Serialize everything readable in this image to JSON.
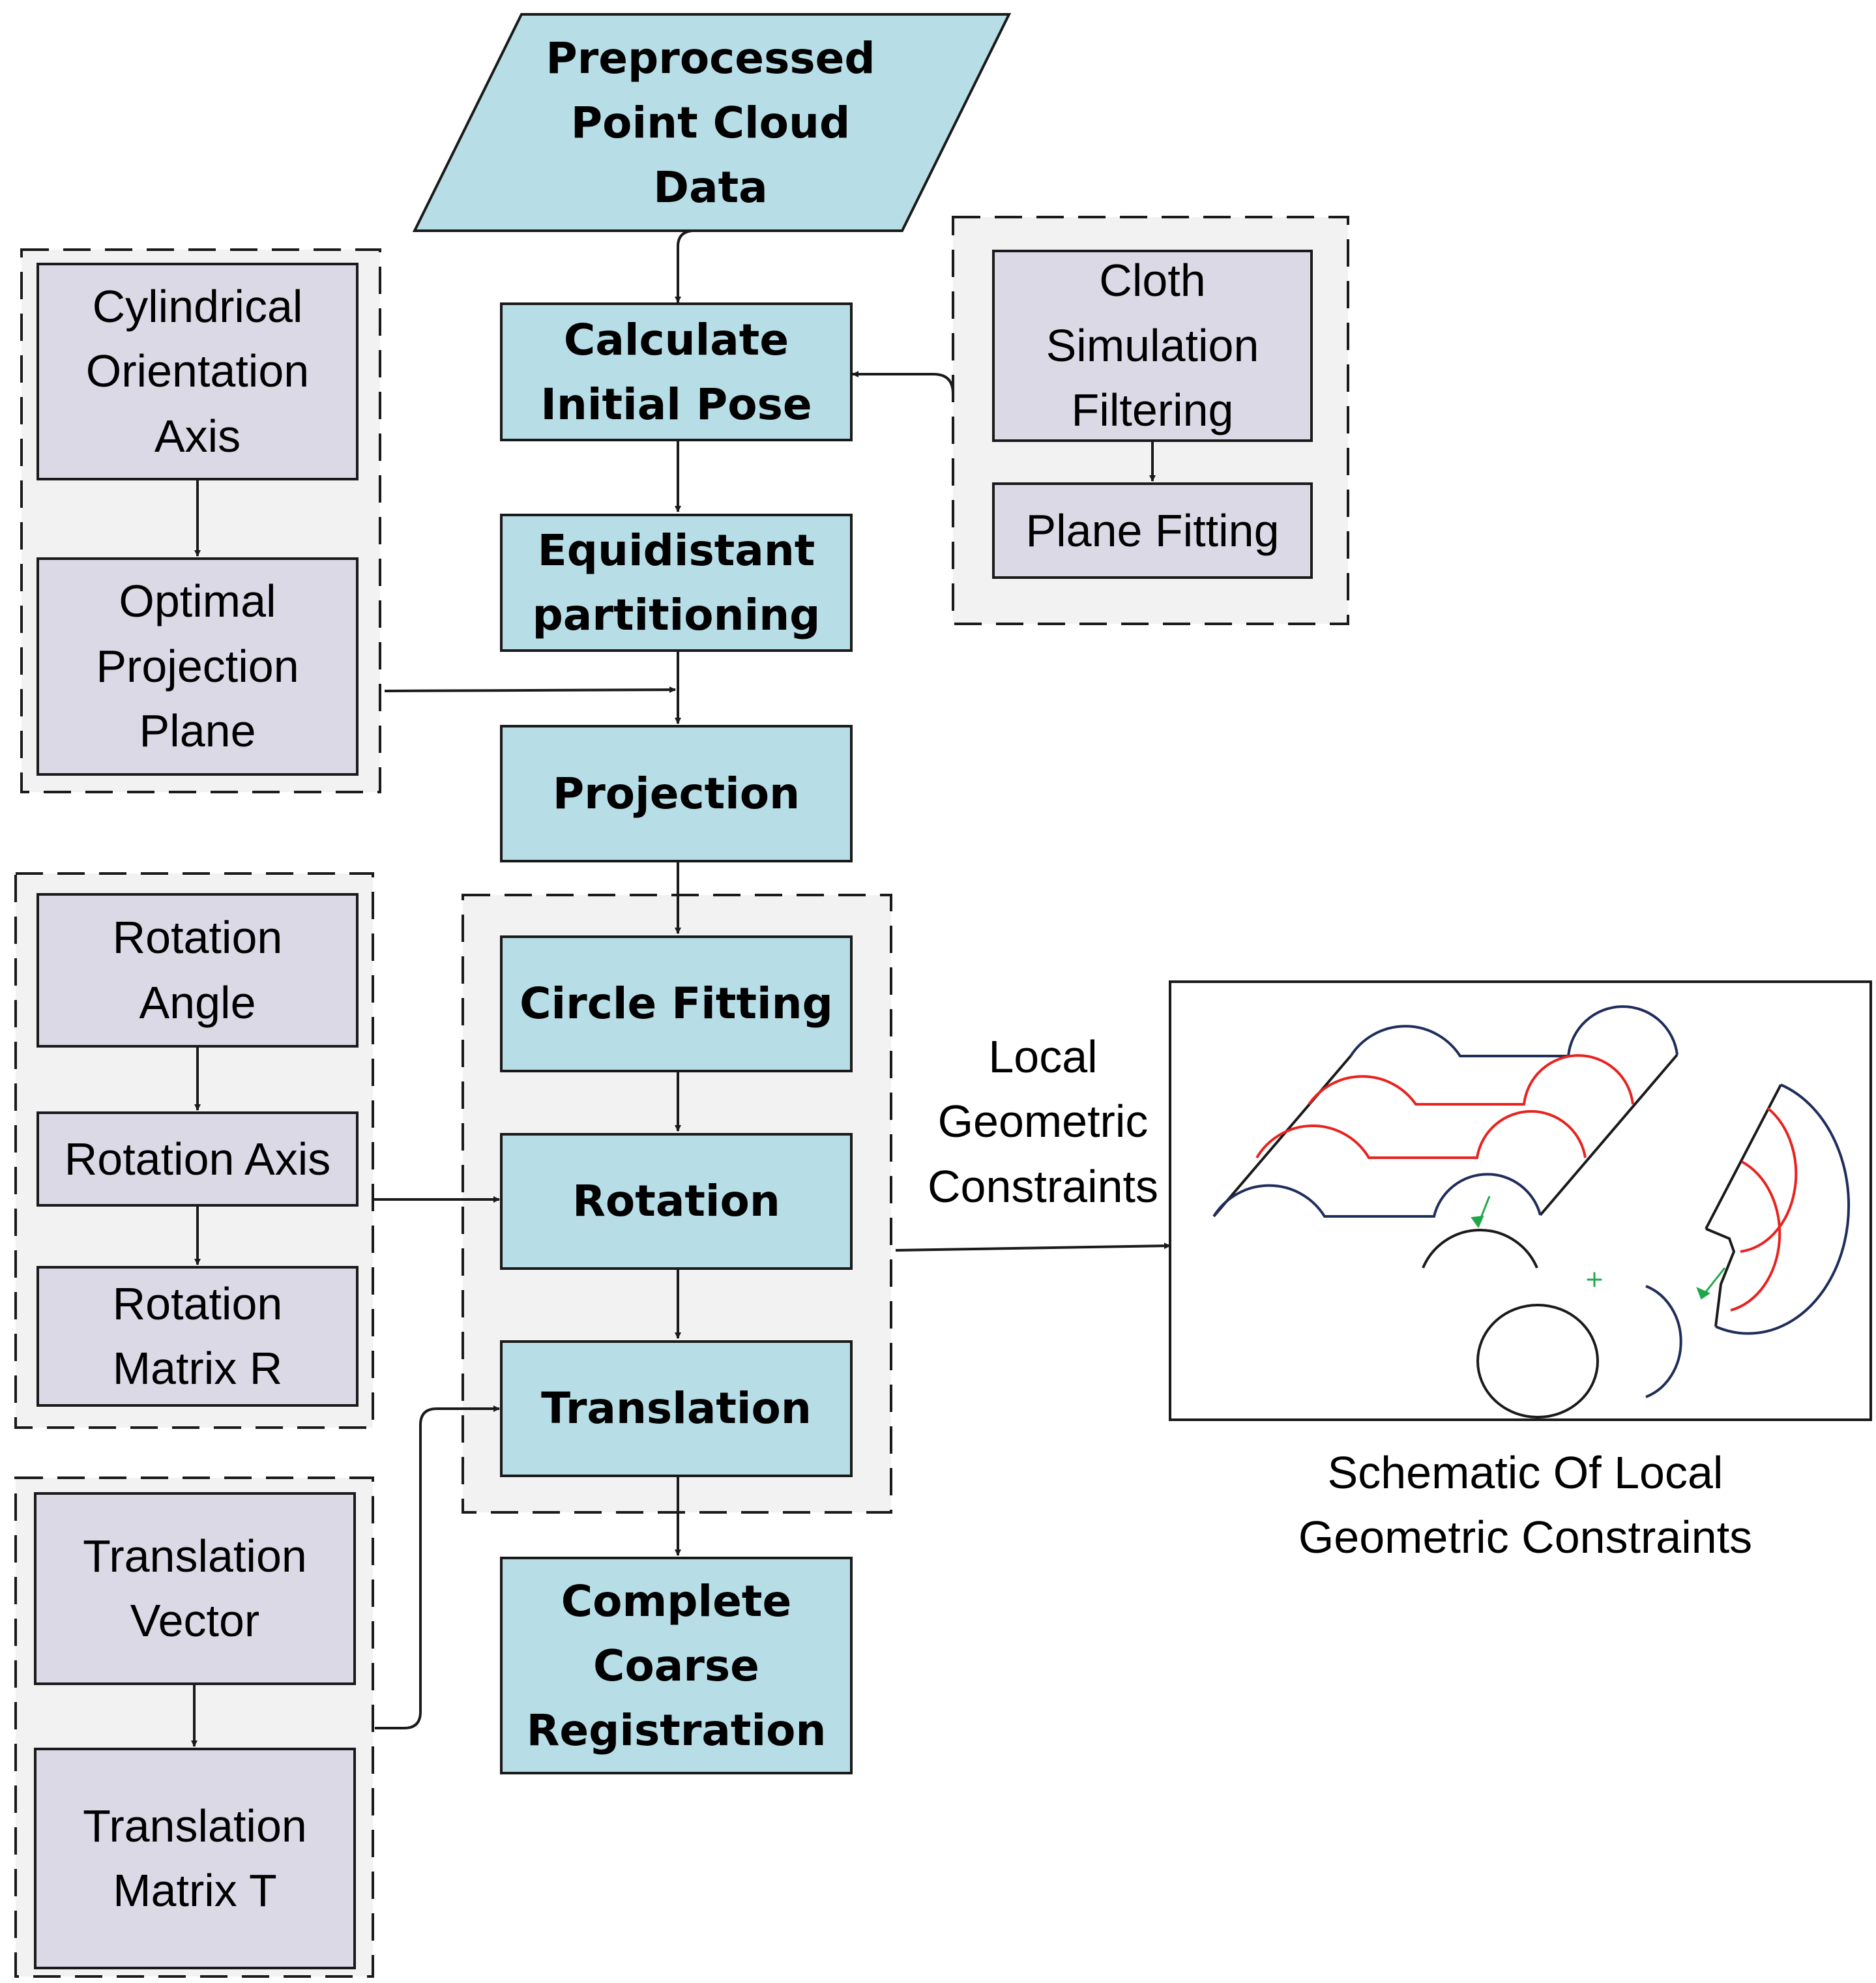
{
  "input": {
    "lines": [
      "Preprocessed",
      "Point Cloud",
      "Data"
    ]
  },
  "main_flow": {
    "calc_pose": [
      "Calculate",
      "Initial Pose"
    ],
    "equidistant": [
      "Equidistant",
      "partitioning"
    ],
    "projection": [
      "Projection"
    ],
    "circle_fitting": [
      "Circle Fitting"
    ],
    "rotation": [
      "Rotation"
    ],
    "translation": [
      "Translation"
    ],
    "complete": [
      "Complete",
      "Coarse",
      "Registration"
    ]
  },
  "group_axis": {
    "cylindrical": [
      "Cylindrical",
      "Orientation",
      "Axis"
    ],
    "optimal": [
      "Optimal",
      "Projection",
      "Plane"
    ]
  },
  "group_cloth": {
    "cloth": [
      "Cloth",
      "Simulation",
      "Filtering"
    ],
    "plane_fitting": [
      "Plane Fitting"
    ]
  },
  "group_rotation": {
    "angle": [
      "Rotation",
      "Angle"
    ],
    "axis": [
      "Rotation Axis"
    ],
    "matrix": [
      "Rotation",
      "Matrix R"
    ]
  },
  "group_translation": {
    "vector": [
      "Translation",
      "Vector"
    ],
    "matrix": [
      "Translation",
      "Matrix T"
    ]
  },
  "edge_label": [
    "Local",
    "Geometric",
    "Constraints"
  ],
  "schematic": {
    "plus_sign": "+",
    "caption": [
      "Schematic Of Local",
      "Geometric Constraints"
    ]
  },
  "colors": {
    "main_fill": "#b7dde6",
    "side_fill": "#dcd9e7",
    "group_fill": "#f2f2f2",
    "arc_navy": "#1f2d5a",
    "arc_red": "#e8231f",
    "arrow_green": "#1fa84a"
  }
}
